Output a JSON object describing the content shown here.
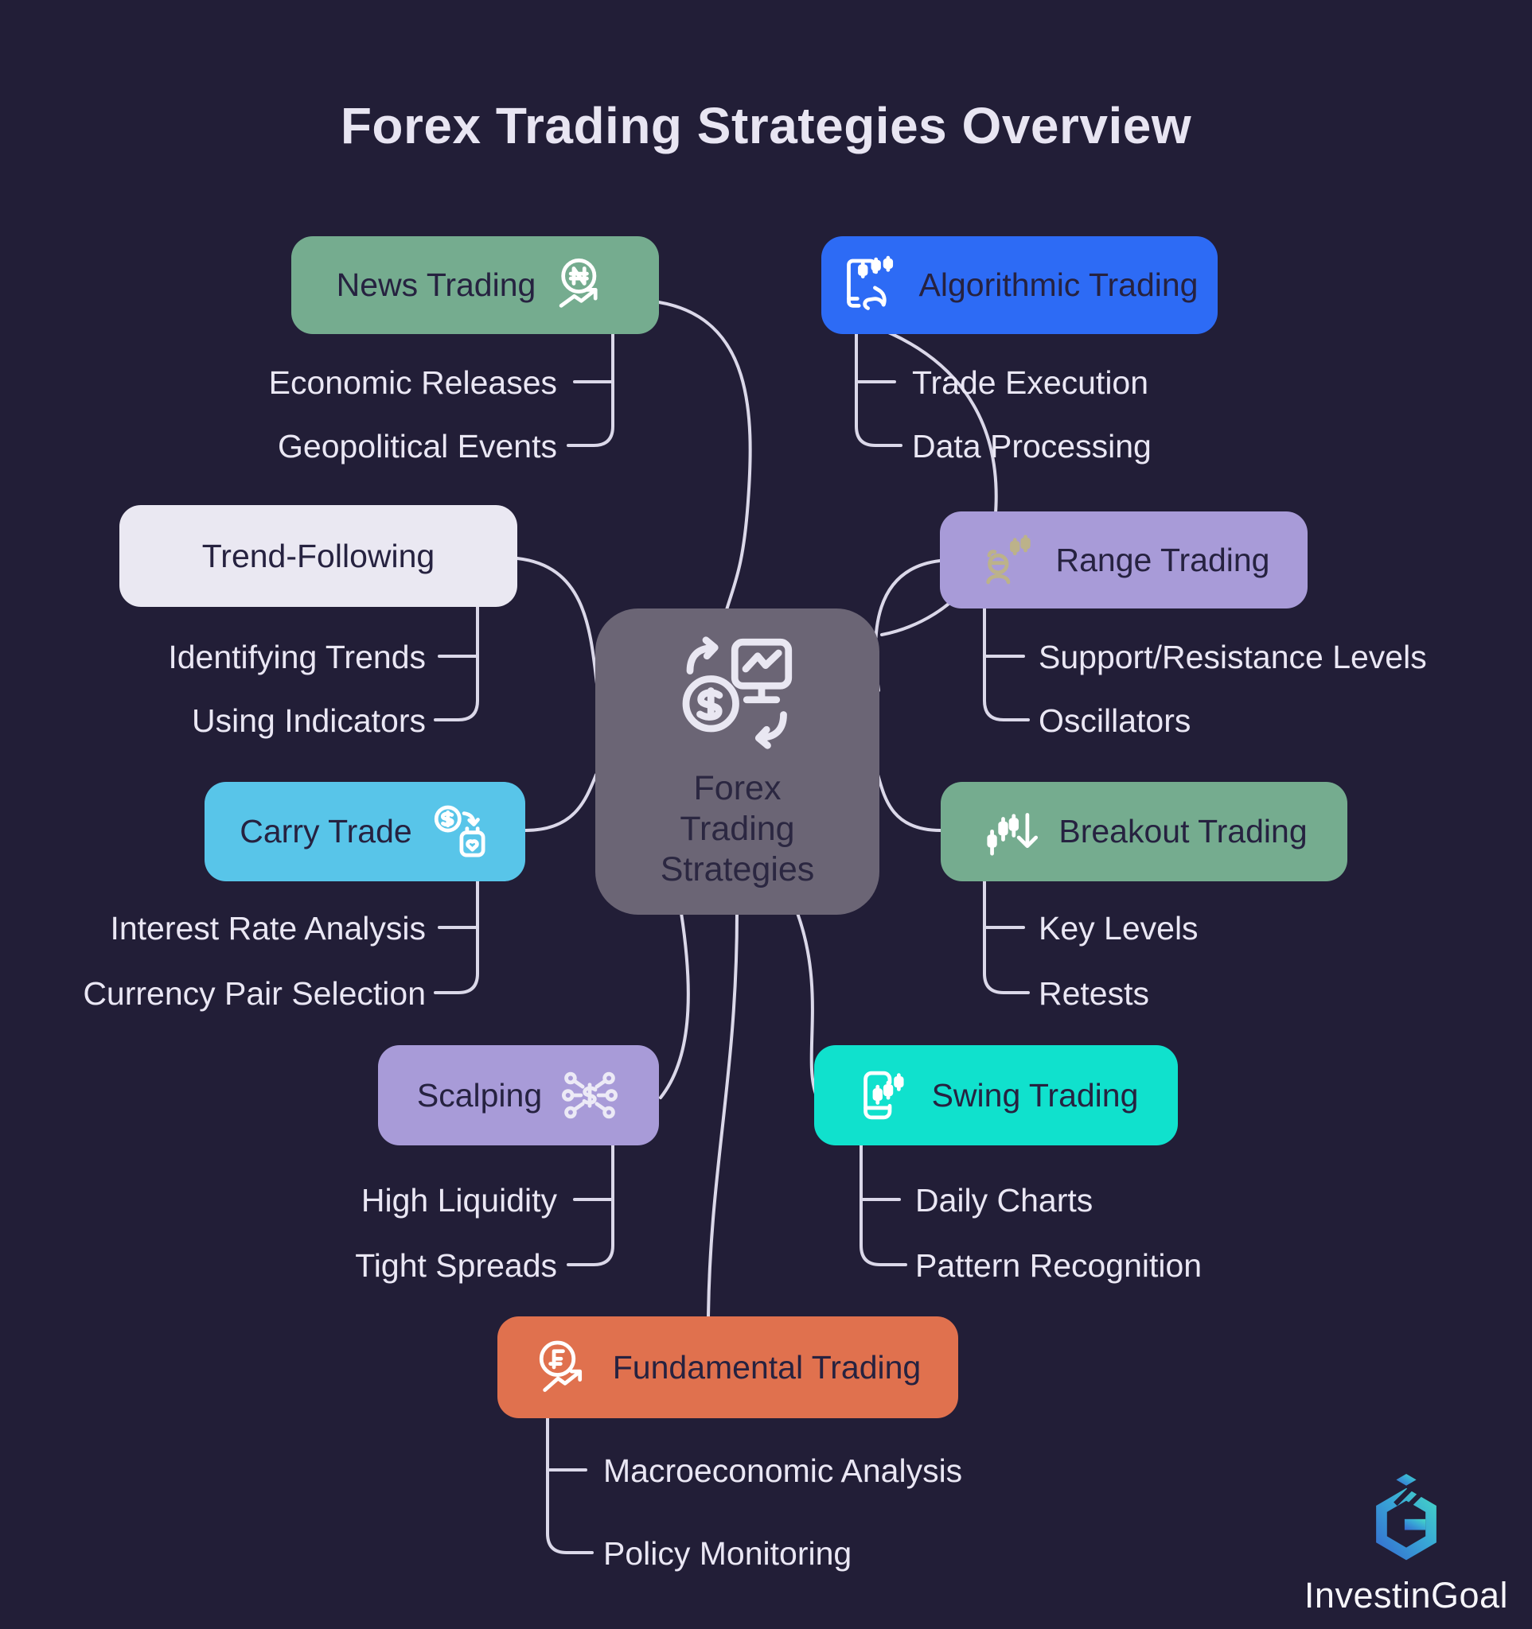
{
  "title": "Forex Trading Strategies Overview",
  "center": {
    "label": "Forex\nTrading\nStrategies",
    "icon": "currency-exchange-monitor-icon",
    "background": "#6B6575"
  },
  "branches": {
    "news": {
      "label": "News Trading",
      "color": "#75AC8F",
      "icon": "naira-trend-icon",
      "children": [
        "Economic Releases",
        "Geopolitical Events"
      ]
    },
    "algorithmic": {
      "label": "Algorithmic Trading",
      "color": "#2D6BF5",
      "icon": "tablet-candlesticks-icon",
      "children": [
        "Trade Execution",
        "Data Processing"
      ]
    },
    "trend": {
      "label": "Trend-Following",
      "color": "#EAE8F2",
      "children": [
        "Identifying Trends",
        "Using Indicators"
      ]
    },
    "range": {
      "label": "Range Trading",
      "color": "#A89BD8",
      "icon": "trader-person-icon",
      "children": [
        "Support/Resistance Levels",
        "Oscillators"
      ]
    },
    "carry": {
      "label": "Carry Trade",
      "color": "#58C5E9",
      "icon": "coin-transfer-bag-icon",
      "children": [
        "Interest Rate Analysis",
        "Currency Pair Selection"
      ]
    },
    "breakout": {
      "label": "Breakout Trading",
      "color": "#75AC8F",
      "icon": "candlesticks-arrow-down-icon",
      "children": [
        "Key Levels",
        "Retests"
      ]
    },
    "scalping": {
      "label": "Scalping",
      "color": "#A89BD8",
      "icon": "dollar-network-icon",
      "children": [
        "High Liquidity",
        "Tight Spreads"
      ]
    },
    "swing": {
      "label": "Swing Trading",
      "color": "#10E1CD",
      "icon": "phone-candlesticks-icon",
      "children": [
        "Daily Charts",
        "Pattern Recognition"
      ]
    },
    "fundamental": {
      "label": "Fundamental Trading",
      "color": "#E0714E",
      "icon": "franc-trend-icon",
      "children": [
        "Macroeconomic Analysis",
        "Policy Monitoring"
      ]
    }
  },
  "logo": {
    "text": "InvestinGoal",
    "icon": "investingoal-logo",
    "gradient": [
      "#3568CF",
      "#46D9C4"
    ]
  },
  "colors": {
    "background": "#221E37",
    "connector": "#DBD8E9",
    "text_light": "#EAE7F4",
    "text_dark": "#262240"
  }
}
